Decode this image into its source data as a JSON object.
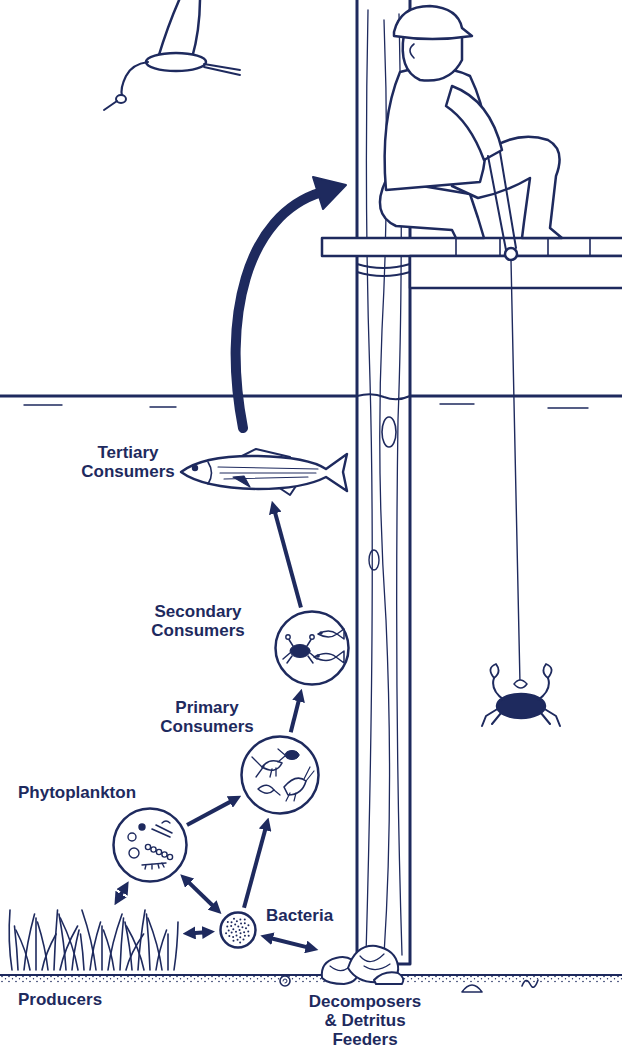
{
  "diagram": {
    "nodes": [
      {
        "text": [
          "Tertiary Consumers"
        ]
      },
      {
        "text": [
          "Secondary Consumers"
        ]
      },
      {
        "text": [
          "Primary Consumers"
        ]
      },
      {
        "text": [
          "Phytoplankton"
        ]
      },
      {
        "text": [
          "Bacteria"
        ]
      },
      {
        "text": [
          "Producers"
        ]
      },
      {
        "text": [
          "Decomposers & Detritus Feeders"
        ]
      }
    ],
    "edges": [
      {
        "from": 1,
        "to": 0,
        "arrow": "to"
      },
      {
        "from": 2,
        "to": 1,
        "arrow": "to"
      },
      {
        "from": 3,
        "to": 2,
        "arrow": "to"
      },
      {
        "from": 3,
        "to": 5,
        "arrow": "both"
      },
      {
        "from": 3,
        "to": 4,
        "arrow": "both"
      },
      {
        "from": 5,
        "to": 4,
        "arrow": "both"
      },
      {
        "from": 4,
        "to": 2,
        "arrow": "to"
      },
      {
        "from": 4,
        "to": 6,
        "arrow": "both"
      }
    ]
  }
}
